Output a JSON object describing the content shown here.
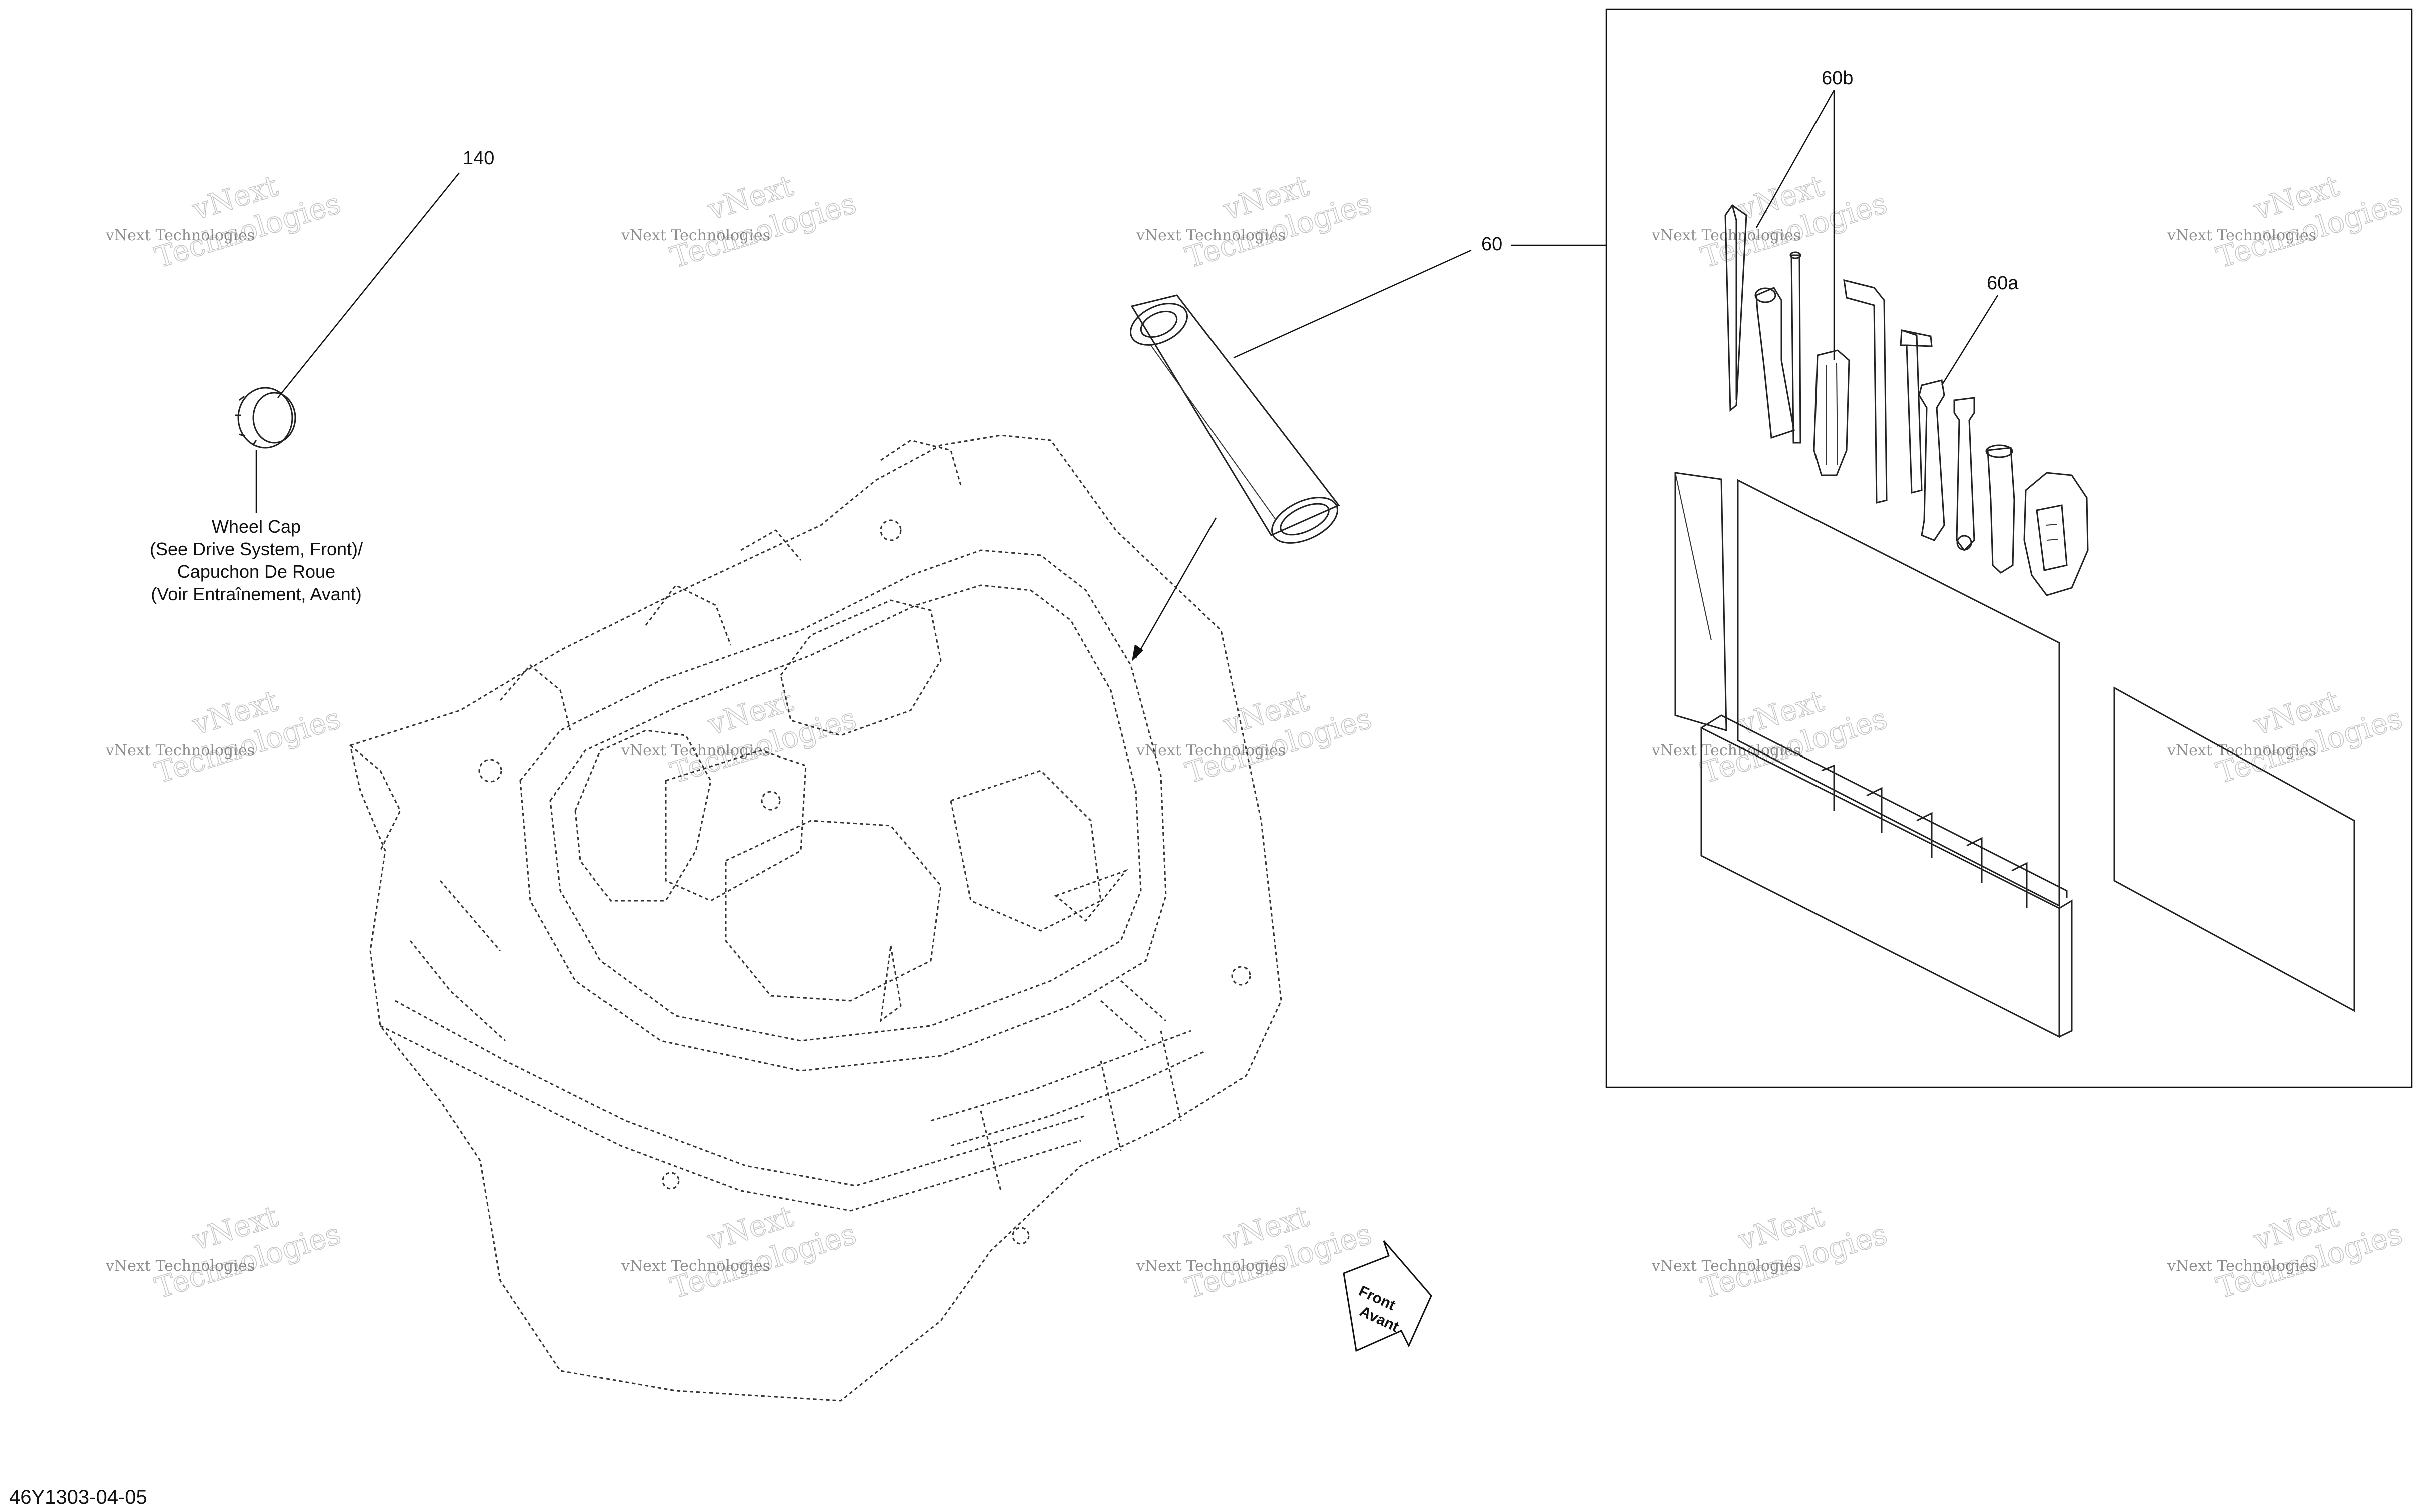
{
  "diagram": {
    "drawing_code": "46Y1303-04-05",
    "callouts": {
      "c140": "140",
      "c60": "60",
      "c60a": "60a",
      "c60b": "60b"
    },
    "wheel_cap_note": [
      "Wheel Cap",
      "(See Drive System, Front)/",
      "Capuchon De Roue",
      "(Voir Entraînement, Avant)"
    ],
    "direction_arrow": {
      "line1": "Front",
      "line2": "Avant"
    },
    "watermark": {
      "line1": "vNext Technologies",
      "line2a": "vNext",
      "line2b": "Technologies"
    }
  }
}
